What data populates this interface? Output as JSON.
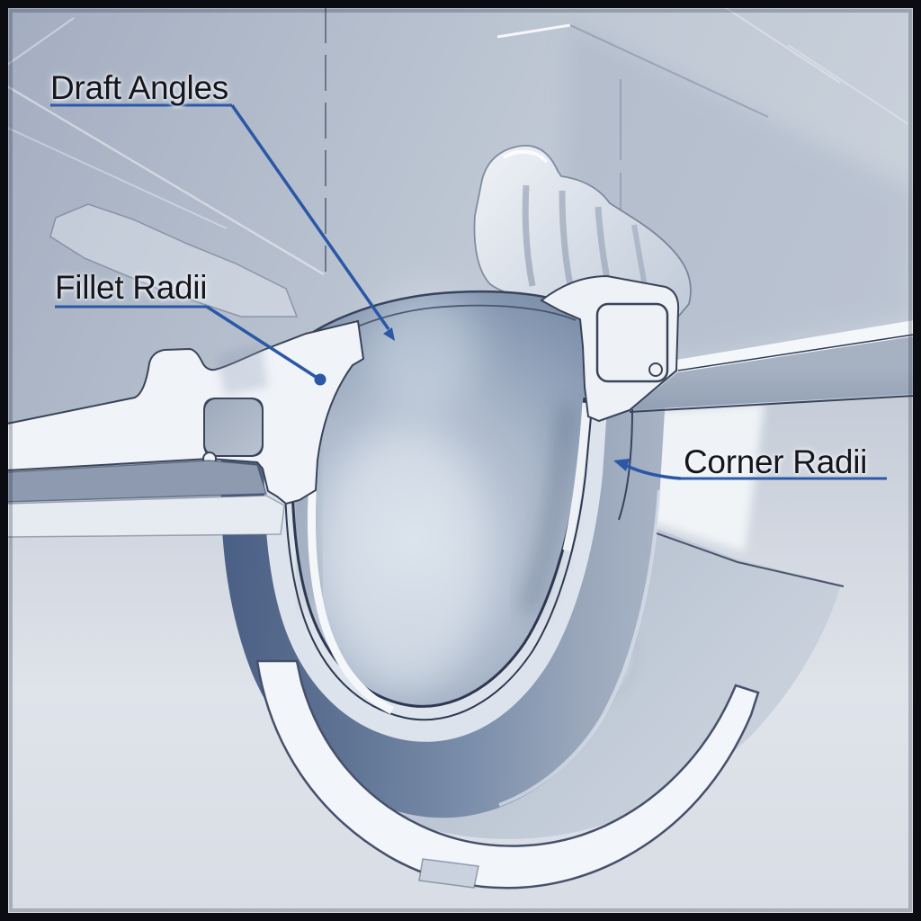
{
  "figure": {
    "kind": "CAD cutaway illustration",
    "subject": "Molded part cross-section showing draft angles, fillet radii and corner radii"
  },
  "callouts": [
    {
      "id": "draft-angles",
      "label": "Draft Angles",
      "marker": "arrowhead"
    },
    {
      "id": "fillet-radii",
      "label": "Fillet Radii",
      "marker": "dot"
    },
    {
      "id": "corner-radii",
      "label": "Corner Radii",
      "marker": "arrowhead"
    }
  ],
  "style": {
    "frame_color": "#0b0c11",
    "callout_line_color": "#2a57a6",
    "label_text_color": "#15151b",
    "background_top": "#aab4c5",
    "background_bottom": "#dfe3ea",
    "part_highlight": "#f2f5f9",
    "part_midtone": "#b7c2d2",
    "part_shadow": "#4a5f84",
    "edge_line_color": "#39445c"
  }
}
